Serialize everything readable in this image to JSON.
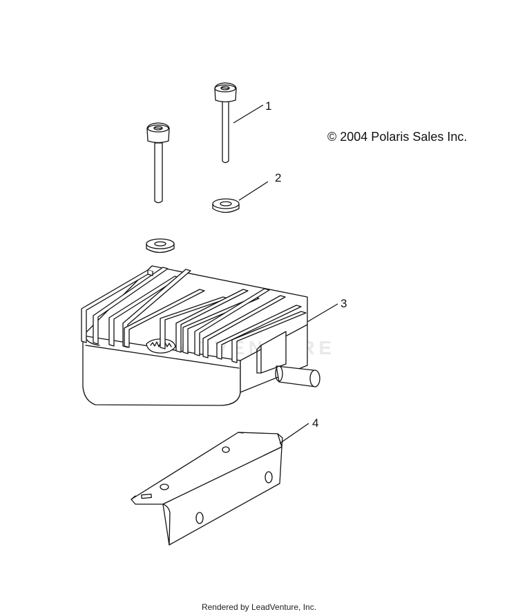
{
  "copyright": "© 2004 Polaris Sales Inc.",
  "watermark": "ADVENTURE",
  "footer": "Rendered by LeadVenture, Inc.",
  "callouts": [
    {
      "id": "callout-1",
      "label": "1"
    },
    {
      "id": "callout-2",
      "label": "2"
    },
    {
      "id": "callout-3",
      "label": "3"
    },
    {
      "id": "callout-4",
      "label": "4"
    }
  ]
}
